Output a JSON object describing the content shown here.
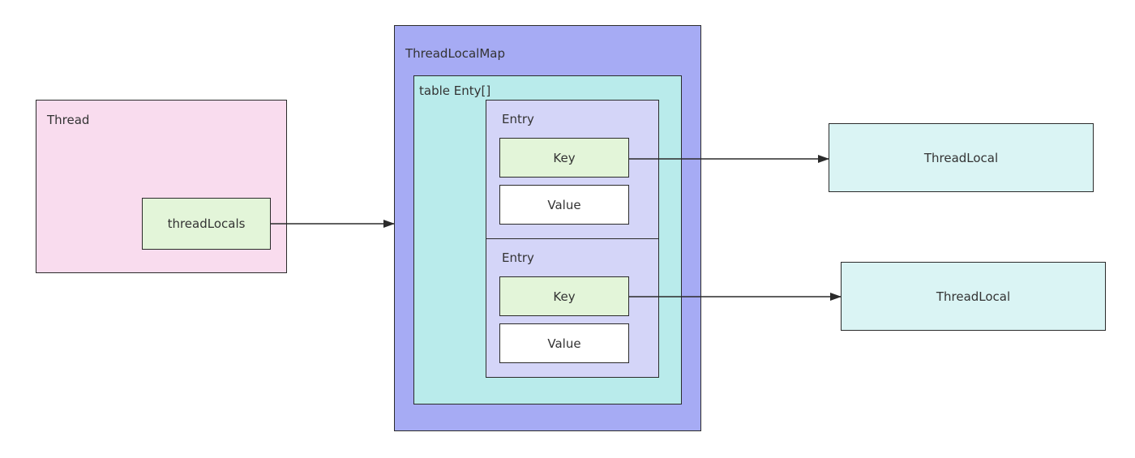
{
  "colors": {
    "thread_bg": "#f9dcee",
    "field_green": "#e3f5d9",
    "map_purple": "#a6abf4",
    "table_teal": "#b9ebeb",
    "entry_lavender": "#d4d5f8",
    "threadlocal_bg": "#daf4f4",
    "line": "#2b2b2b"
  },
  "thread": {
    "title": "Thread",
    "field": "threadLocals"
  },
  "map": {
    "title": "ThreadLocalMap",
    "table": {
      "title": "table Enty[]",
      "entries": [
        {
          "title": "Entry",
          "key": "Key",
          "value": "Value"
        },
        {
          "title": "Entry",
          "key": "Key",
          "value": "Value"
        }
      ]
    }
  },
  "threadlocals": [
    {
      "label": "ThreadLocal"
    },
    {
      "label": "ThreadLocal"
    }
  ]
}
